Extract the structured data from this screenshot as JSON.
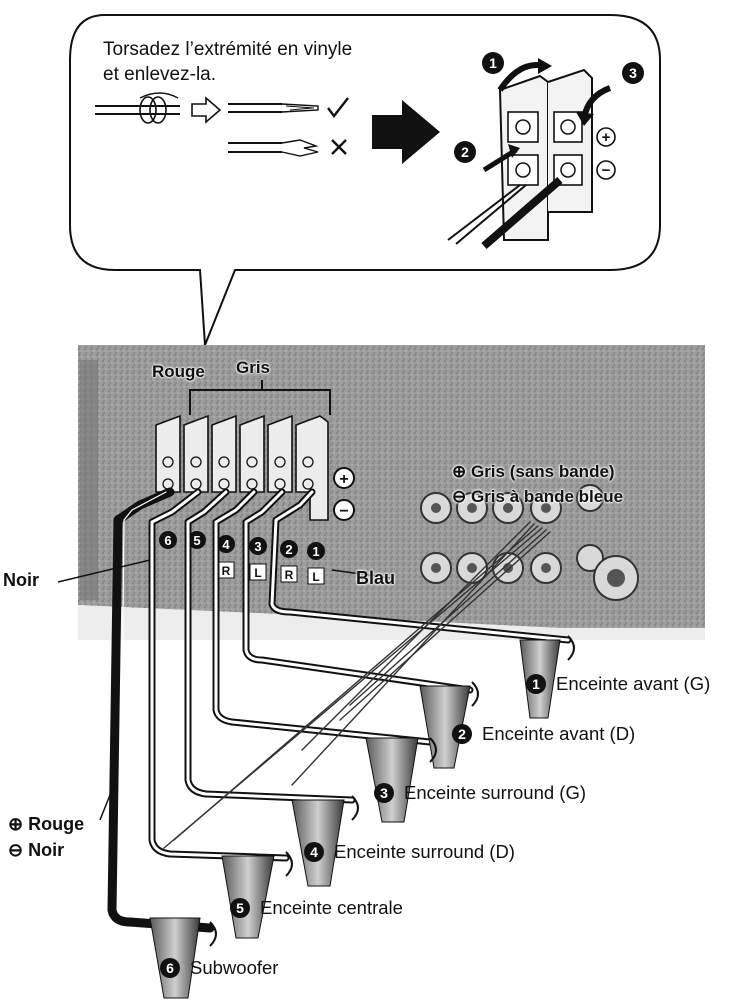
{
  "callout": {
    "line1": "Torsadez l’extrémité en vinyle",
    "line2": "et enlevez-la.",
    "step_numbers": [
      "1",
      "2",
      "3"
    ],
    "plus": "+",
    "minus": "−"
  },
  "panel": {
    "bracket_labels": [
      "Rouge",
      "Gris"
    ],
    "polarity": [
      "+",
      "−"
    ],
    "terminal_numbers": [
      "6",
      "5",
      "4",
      "3",
      "2",
      "1"
    ],
    "channel_letters": [
      "R",
      "L",
      "R",
      "L"
    ]
  },
  "legend_right": {
    "plus_text": "⊕ Gris (sans bande)",
    "minus_text": "⊖ Gris à bande bleue"
  },
  "wire_labels": {
    "noir": "Noir",
    "blau": "Blau",
    "rouge": "⊕ Rouge",
    "noir2": "⊖ Noir"
  },
  "speakers": [
    {
      "num": "1",
      "label": "Enceinte avant (G)"
    },
    {
      "num": "2",
      "label": "Enceinte avant (D)"
    },
    {
      "num": "3",
      "label": "Enceinte surround (G)"
    },
    {
      "num": "4",
      "label": "Enceinte surround (D)"
    },
    {
      "num": "5",
      "label": "Enceinte centrale"
    },
    {
      "num": "6",
      "label": "Subwoofer"
    }
  ]
}
